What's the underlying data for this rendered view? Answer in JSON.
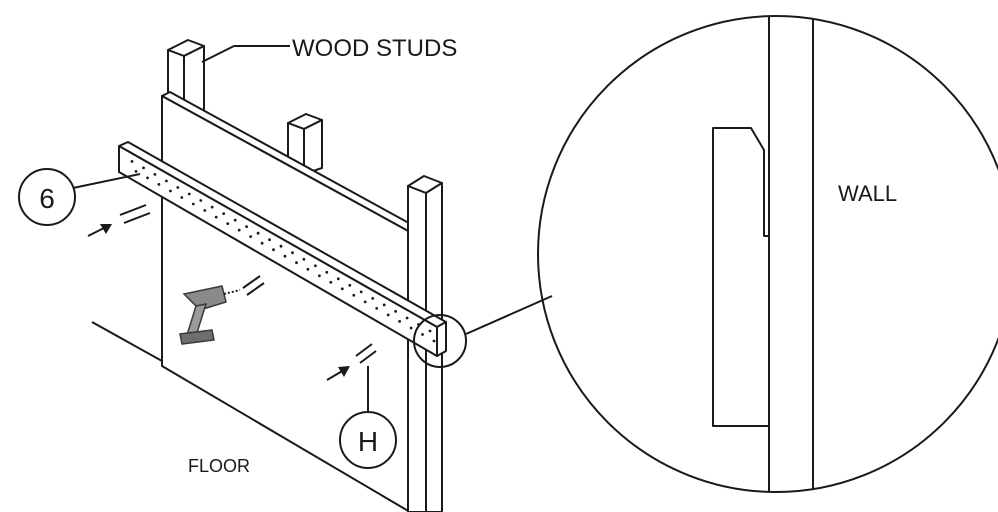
{
  "labels": {
    "wood_studs": "WOOD STUDS",
    "wall": "WALL",
    "floor": "FLOOR",
    "callout_6": "6",
    "callout_h": "H"
  },
  "colors": {
    "line": "#1a1a1a",
    "drill_body": "#8a8a8a",
    "background": "#ffffff"
  }
}
